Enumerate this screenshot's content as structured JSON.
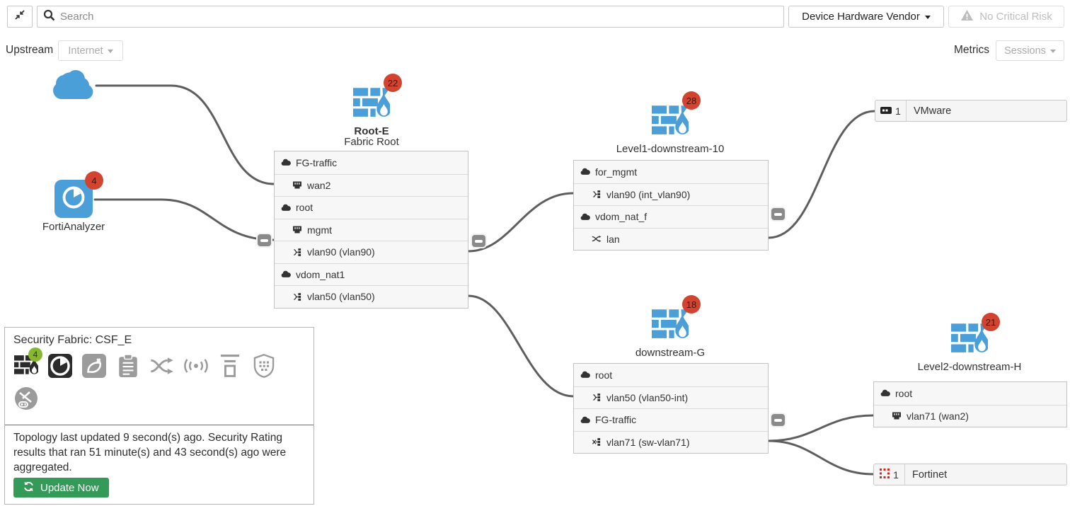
{
  "topbar": {
    "search_placeholder": "Search",
    "vendor_dropdown": "Device Hardware Vendor",
    "risk_status": "No Critical Risk"
  },
  "controls": {
    "upstream_label": "Upstream",
    "upstream_value": "Internet",
    "metrics_label": "Metrics",
    "metrics_value": "Sessions"
  },
  "devices": {
    "internet": {
      "icon": "cloud"
    },
    "fortianalyzer": {
      "label": "FortiAnalyzer",
      "badge": "4",
      "icon": "analyzer-clock"
    },
    "root": {
      "name": "Root-E",
      "role": "Fabric Root",
      "badge": "22",
      "icon": "firewall",
      "rows": [
        {
          "icon": "vdom-cloud",
          "label": "FG-traffic"
        },
        {
          "icon": "ethernet-port",
          "label": "wan2"
        },
        {
          "icon": "vdom-cloud",
          "label": "root"
        },
        {
          "icon": "ethernet-port",
          "label": "mgmt"
        },
        {
          "icon": "vlan",
          "label": "vlan90 (vlan90)"
        },
        {
          "icon": "vdom-cloud",
          "label": "vdom_nat1"
        },
        {
          "icon": "vlan",
          "label": "vlan50 (vlan50)"
        }
      ]
    },
    "level1": {
      "name": "Level1-downstream-10",
      "badge": "28",
      "icon": "firewall",
      "rows": [
        {
          "icon": "vdom-cloud",
          "label": "for_mgmt"
        },
        {
          "icon": "vlan",
          "label": "vlan90 (int_vlan90)"
        },
        {
          "icon": "vdom-cloud",
          "label": "vdom_nat_f"
        },
        {
          "icon": "switch-arrows",
          "label": "lan"
        }
      ]
    },
    "downstream_g": {
      "name": "downstream-G",
      "badge": "18",
      "icon": "firewall",
      "rows": [
        {
          "icon": "vdom-cloud",
          "label": "root"
        },
        {
          "icon": "vlan",
          "label": "vlan50 (vlan50-int)"
        },
        {
          "icon": "vdom-cloud",
          "label": "FG-traffic"
        },
        {
          "icon": "vlan-switch",
          "label": "vlan71 (sw-vlan71)"
        }
      ]
    },
    "level2": {
      "name": "Level2-downstream-H",
      "badge": "21",
      "icon": "firewall",
      "rows": [
        {
          "icon": "vdom-cloud",
          "label": "root"
        },
        {
          "icon": "ethernet-port",
          "label": "vlan71 (wan2)"
        }
      ]
    },
    "vmware_endpoint": {
      "count": "1",
      "label": "VMware",
      "icon": "server-device"
    },
    "fortinet_endpoint": {
      "count": "1",
      "label": "Fortinet",
      "icon": "fortinet-grid"
    }
  },
  "fabric_panel": {
    "title": "Security Fabric: CSF_E",
    "fortigate_badge": "4",
    "icons": [
      "fortigate",
      "fortianalyzer",
      "fortisandbox",
      "clipboard",
      "fortiswitch",
      "fortiap",
      "fortiextender",
      "endpoint-shield",
      "misc-device"
    ],
    "status_text": "Topology last updated 9 second(s) ago. Security Rating results that ran 51 minute(s) and 43 second(s) ago were aggregated.",
    "update_button": "Update Now"
  },
  "colors": {
    "device_blue": "#4a9fd9",
    "badge_red": "#d2442f",
    "badge_green": "#87b72e",
    "button_green": "#349a58",
    "link_gray": "#5e5e5e"
  }
}
